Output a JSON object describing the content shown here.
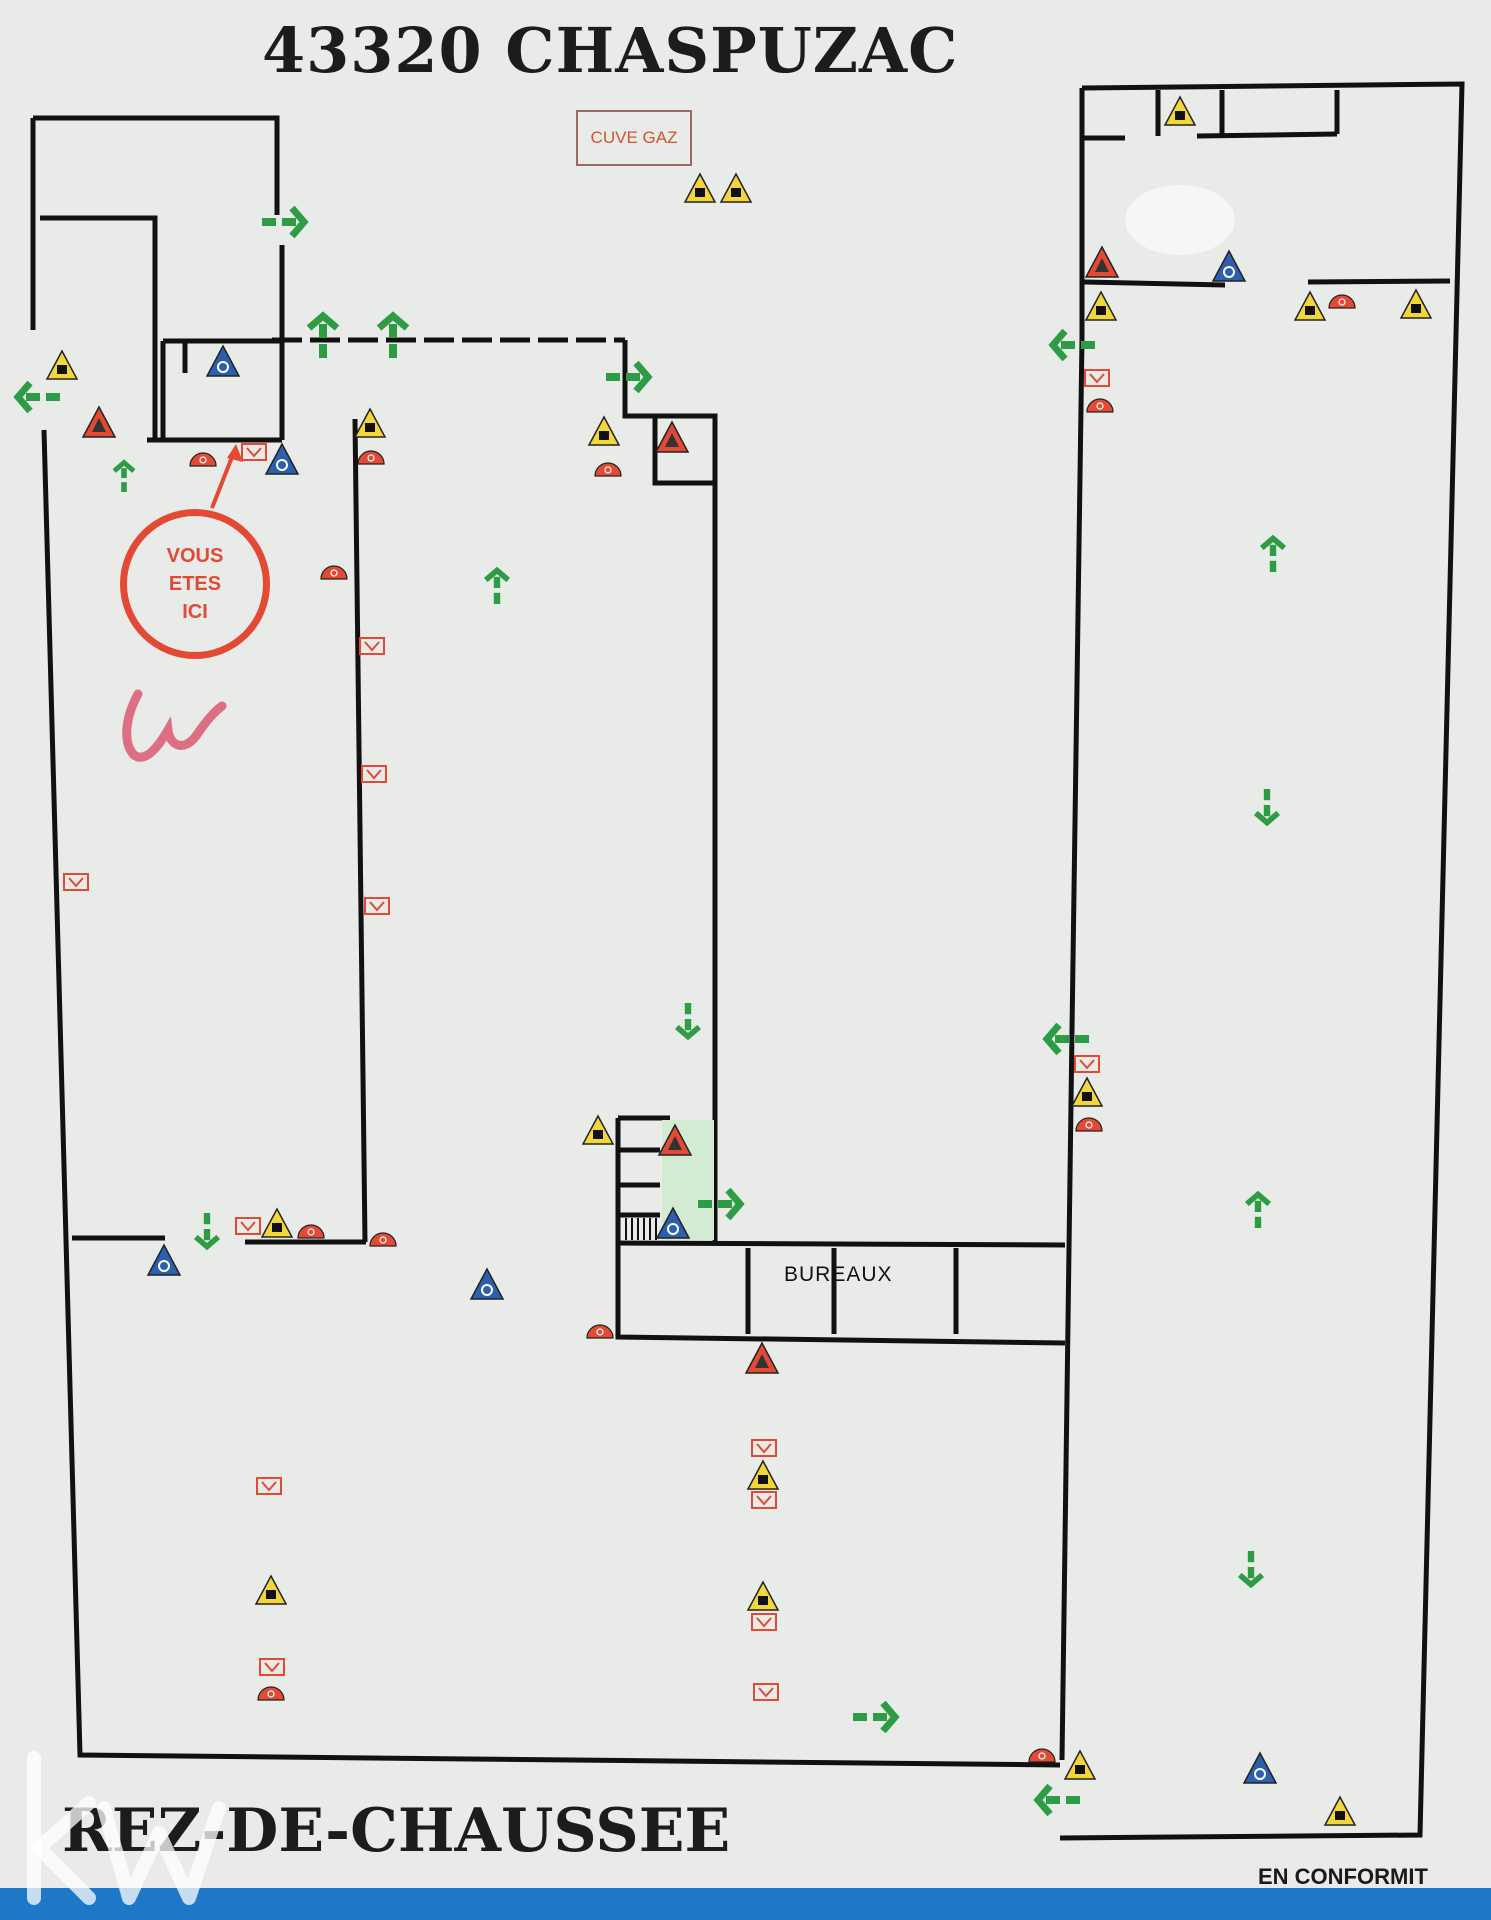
{
  "header": {
    "title": "43320 CHASPUZAC"
  },
  "footer": {
    "floor_label": "REZ-DE-CHAUSSEE",
    "compliance_text": "EN CONFORMIT"
  },
  "plan": {
    "gas_tank_label": "CUVE GAZ",
    "offices_label": "BUREAUX",
    "you_are_here": [
      "VOUS",
      "ETES",
      "ICI"
    ]
  },
  "colors": {
    "walls": "#111111",
    "exit_arrows": "#2e9b45",
    "red_markers": "#e24a35",
    "yellow_markers": "#f2d63a",
    "blue_markers": "#2c5fae",
    "bottom_bar": "#1f77c8"
  },
  "legend_icons": [
    "fire-extinguisher-icon",
    "fire-alarm-icon",
    "emergency-light-icon",
    "first-aid-icon",
    "hazard-icon",
    "exit-arrow-icon"
  ],
  "watermark": {
    "brand": "kw"
  }
}
